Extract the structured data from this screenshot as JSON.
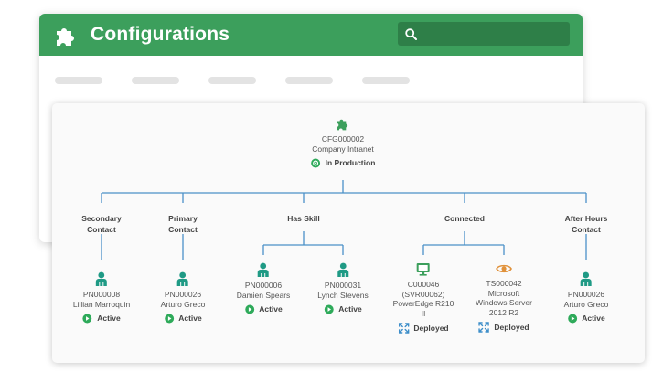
{
  "window": {
    "title": "Configurations",
    "search_placeholder": "",
    "tab_count": 5
  },
  "root": {
    "id": "CFG000002",
    "name": "Company Intranet",
    "status": "In Production"
  },
  "relations": [
    {
      "label_line1": "Secondary",
      "label_line2": "Contact"
    },
    {
      "label_line1": "Primary",
      "label_line2": "Contact"
    },
    {
      "label_line1": "Has Skill",
      "label_line2": ""
    },
    {
      "label_line1": "Connected",
      "label_line2": ""
    },
    {
      "label_line1": "After Hours",
      "label_line2": "Contact"
    }
  ],
  "children": [
    {
      "id": "PN000008",
      "line2": "Lillian Marroquin",
      "line3": "",
      "line4": "",
      "status": "Active"
    },
    {
      "id": "PN000026",
      "line2": "Arturo Greco",
      "line3": "",
      "line4": "",
      "status": "Active"
    },
    {
      "id": "PN000006",
      "line2": "Damien Spears",
      "line3": "",
      "line4": "",
      "status": "Active"
    },
    {
      "id": "PN000031",
      "line2": "Lynch Stevens",
      "line3": "",
      "line4": "",
      "status": "Active"
    },
    {
      "id": "C000046",
      "line2": "(SVR00062)",
      "line3": "PowerEdge R210",
      "line4": "II",
      "status": "Deployed"
    },
    {
      "id": "TS000042",
      "line2": "Microsoft",
      "line3": "Windows Server",
      "line4": "2012 R2",
      "status": "Deployed"
    },
    {
      "id": "PN000026",
      "line2": "Arturo Greco",
      "line3": "",
      "line4": "",
      "status": "Active"
    }
  ],
  "colors": {
    "brand_green": "#3c9f5c",
    "connector_blue": "#4a90c8",
    "person_teal": "#1f9a85",
    "status_green": "#2eaa5a",
    "deployed_blue": "#3d8ec9",
    "eye_orange": "#e0913a"
  }
}
